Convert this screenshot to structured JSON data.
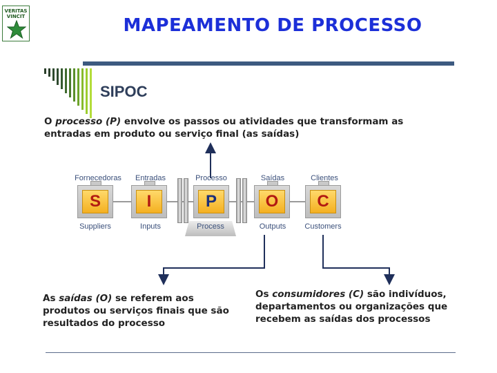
{
  "logo": {
    "line1": "VERITAS",
    "line2": "VINCIT",
    "icon": "star-icon",
    "star_color": "#2e8b3a"
  },
  "header": {
    "title": "MAPEAMENTO DE PROCESSO",
    "subtitle": "SIPOC",
    "title_color": "#1c2fd8"
  },
  "intro": {
    "part1": "O ",
    "italic": "processo (P)",
    "part2": " envolve os passos ou atividades que transformam as entradas em produto ou serviço final (as saídas)"
  },
  "sipoc": {
    "steps": [
      {
        "top_label": "Fornecedoras",
        "letter": "S",
        "bottom_label": "Suppliers"
      },
      {
        "top_label": "Entradas",
        "letter": "I",
        "bottom_label": "Inputs"
      },
      {
        "top_label": "Processo",
        "letter": "P",
        "bottom_label": "Process"
      },
      {
        "top_label": "Saídas",
        "letter": "O",
        "bottom_label": "Outputs"
      },
      {
        "top_label": "Clientes",
        "letter": "C",
        "bottom_label": "Customers"
      }
    ]
  },
  "notes": {
    "outputs": {
      "part1": "As ",
      "italic": "saídas (O)",
      "part2": " se referem aos produtos ou serviços finais que são resultados do processo"
    },
    "customers": {
      "part1": "Os ",
      "italic": "consumidores (C)",
      "part2": " são indivíduos, departamentos ou organizações que recebem as saídas dos processos"
    }
  }
}
